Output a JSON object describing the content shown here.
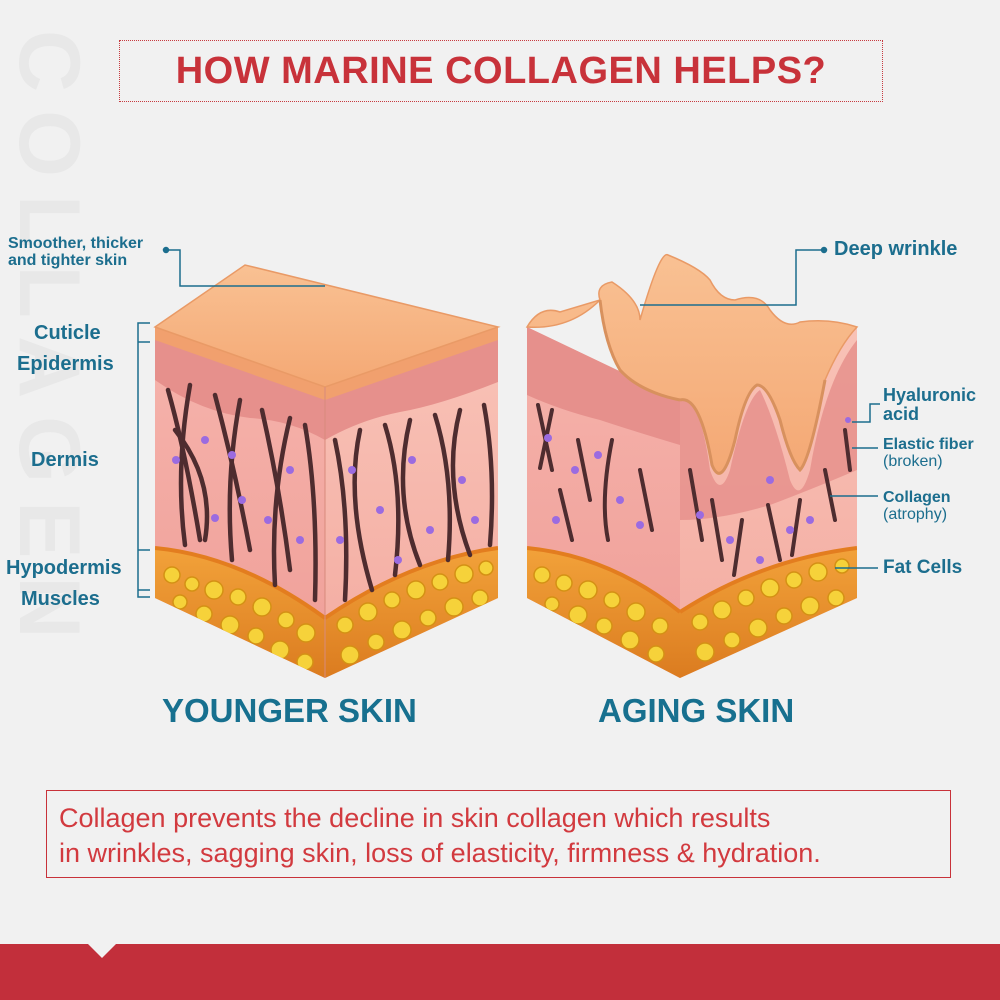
{
  "title": "HOW MARINE COLLAGEN HELPS?",
  "watermark": "COLLAGEN",
  "left_labels": {
    "smoother_line1": "Smoother, thicker",
    "smoother_line2": "and tighter skin",
    "cuticle": "Cuticle",
    "epidermis": "Epidermis",
    "dermis": "Dermis",
    "hypodermis": "Hypodermis",
    "muscles": "Muscles"
  },
  "right_labels": {
    "deep_wrinkle": "Deep wrinkle",
    "hyaluronic_line1": "Hyaluronic",
    "hyaluronic_line2": "acid",
    "elastic_fiber": "Elastic fiber",
    "elastic_fiber_note": "(broken)",
    "collagen": "Collagen",
    "collagen_note": "(atrophy)",
    "fat_cells": "Fat Cells"
  },
  "captions": {
    "younger": "YOUNGER SKIN",
    "aging": "AGING SKIN"
  },
  "note": {
    "line1": "Collagen prevents the decline in skin collagen which results",
    "line2": "in wrinkles, sagging skin, loss of elasticity, firmness & hydration."
  },
  "colors": {
    "brand_red": "#c8323a",
    "label_teal": "#1c6e8e",
    "surface_orange": "#f7b27f",
    "dermis_pink": "#f2a8a2",
    "fat_yellow": "#f6d23a",
    "fiber_brown": "#4e2c2f",
    "dot_purple": "#9b6be0"
  }
}
